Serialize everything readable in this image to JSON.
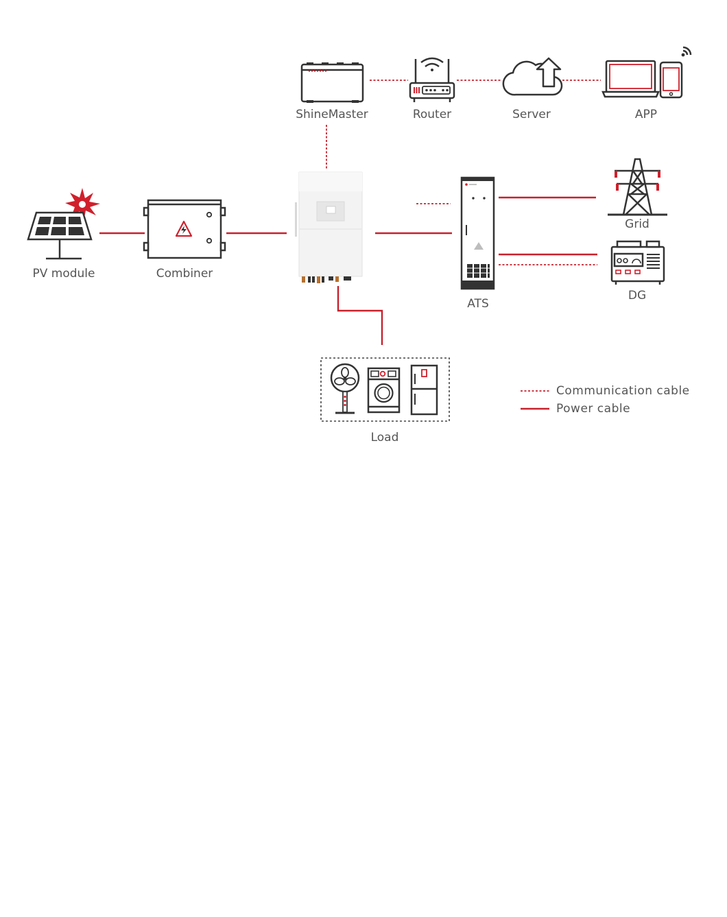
{
  "nodes": {
    "shinemaster": "ShineMaster",
    "router": "Router",
    "server": "Server",
    "app": "APP",
    "pv_module": "PV module",
    "combiner": "Combiner",
    "grid": "Grid",
    "dg": "DG",
    "ats": "ATS",
    "load": "Load"
  },
  "legend": {
    "communication": "Communication cable",
    "power": "Power cable"
  },
  "colors": {
    "cable": "#c8202c",
    "outline": "#333333",
    "label": "#555555"
  }
}
